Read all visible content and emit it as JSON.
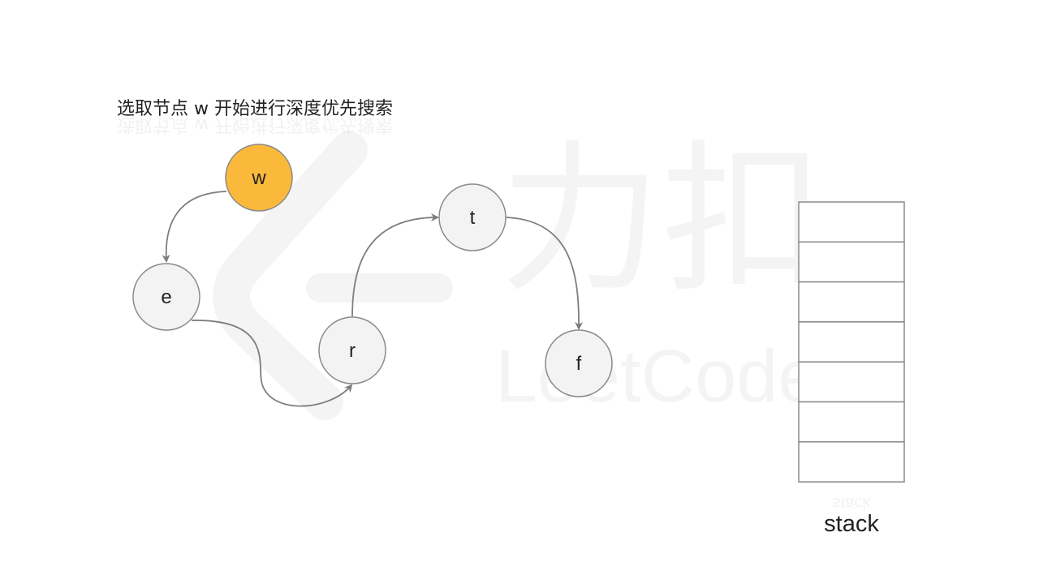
{
  "caption": "选取节点 w 开始进行深度优先搜索",
  "watermark": {
    "brand_text": "LeetCode",
    "chinese_text": "力扣"
  },
  "colors": {
    "node_fill": "#f3f3f3",
    "node_stroke": "#8a8a8a",
    "active_fill": "#fbb93b",
    "edge": "#7d7d7d",
    "stack_border": "#8a8a8a",
    "watermark": "#f4f4f4"
  },
  "graph": {
    "nodes": [
      {
        "id": "w",
        "label": "w",
        "active": true
      },
      {
        "id": "e",
        "label": "e",
        "active": false
      },
      {
        "id": "r",
        "label": "r",
        "active": false
      },
      {
        "id": "t",
        "label": "t",
        "active": false
      },
      {
        "id": "f",
        "label": "f",
        "active": false
      }
    ],
    "edges": [
      {
        "from": "w",
        "to": "e"
      },
      {
        "from": "e",
        "to": "r"
      },
      {
        "from": "r",
        "to": "t"
      },
      {
        "from": "t",
        "to": "f"
      }
    ]
  },
  "stack": {
    "label": "stack",
    "slot_count": 7,
    "items": []
  }
}
